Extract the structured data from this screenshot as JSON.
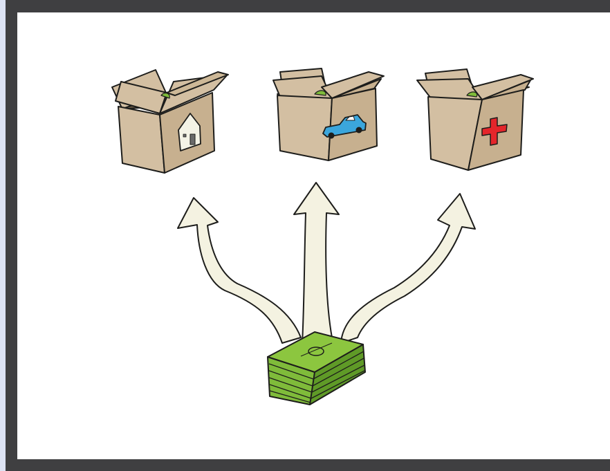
{
  "illustration": {
    "source": {
      "kind": "money",
      "icon": "cash-stack-icon"
    },
    "flows": [
      {
        "target": "housing",
        "icon": "house-icon"
      },
      {
        "target": "transportation",
        "icon": "car-icon"
      },
      {
        "target": "health",
        "icon": "medical-cross-icon"
      }
    ]
  },
  "colors": {
    "frame": "#3f3f41",
    "outer_background": "#dde3f3",
    "canvas": "#ffffff",
    "box": "#d3bfa2",
    "box_shadow": "#b9a384",
    "box_inside": "#6a5a46",
    "arrow_fill": "#f4f2e1",
    "money": "#7fbb3a",
    "money_dark": "#5f9a27",
    "car": "#3ba6dc",
    "cross": "#e4262b",
    "house": "#f4f3e6",
    "outline": "#1d1d1b"
  }
}
